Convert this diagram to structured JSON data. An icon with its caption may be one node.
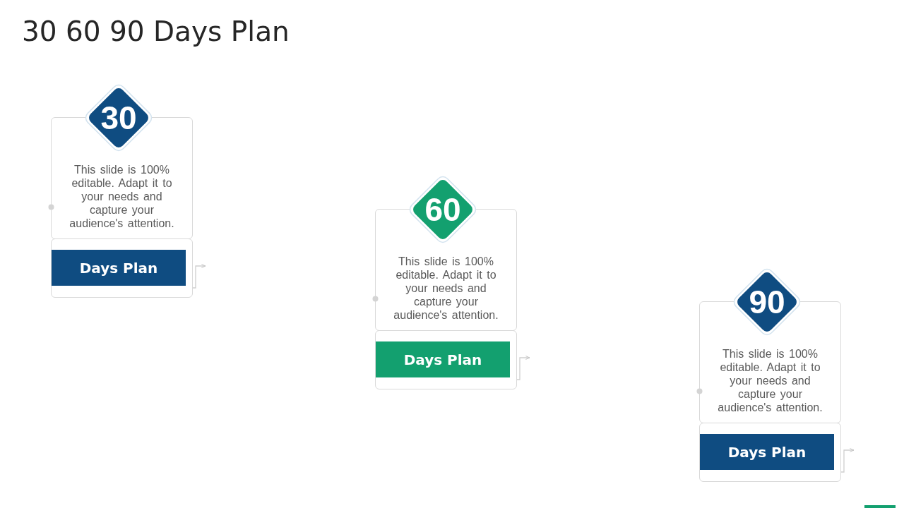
{
  "diagram": {
    "title": "30 60 90 Days Plan",
    "nodes": [
      {
        "text": [
          "30"
        ]
      },
      {
        "text": [
          "This slide is 100% editable. Adapt it to your needs and capture your audience's attention."
        ]
      },
      {
        "text": [],
        "shape": "box"
      },
      {
        "text": [
          "Days Plan"
        ],
        "in": 2
      },
      {
        "text": [
          "60"
        ]
      },
      {
        "text": [
          "This slide is 100% editable. Adapt it to your needs and capture your audience's attention."
        ]
      },
      {
        "text": [],
        "shape": "box"
      },
      {
        "text": [
          "Days Plan"
        ],
        "in": 6
      },
      {
        "text": [
          "90"
        ]
      },
      {
        "text": [
          "This slide is 100% editable. Adapt it to your needs and capture your audience's attention."
        ]
      },
      {
        "text": [],
        "shape": "box"
      },
      {
        "text": [
          "Days Plan"
        ],
        "in": 10
      }
    ],
    "edges": [
      {
        "from": 2,
        "to": null,
        "arrow": "to"
      },
      {
        "from": 6,
        "to": null,
        "arrow": "to"
      },
      {
        "from": 10,
        "to": null,
        "arrow": "to"
      }
    ]
  }
}
